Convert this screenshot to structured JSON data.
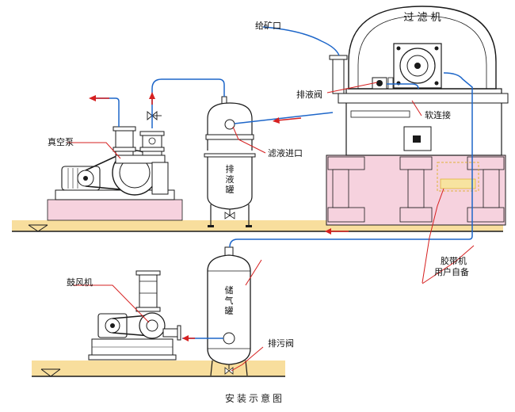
{
  "labels": {
    "filter_machine": "过 滤 机",
    "feed_inlet": "给矿口",
    "drain_valve_top": "排液阀",
    "soft_joint": "软连接",
    "vacuum_pump": "真空泵",
    "filtrate_inlet": "滤液进口",
    "drain_tank": "排液罐",
    "belt_conveyor_line1": "胶带机",
    "belt_conveyor_line2": "用户自备",
    "blower": "鼓风机",
    "storage_tank": "储气罐",
    "sewage_valve": "排污阀",
    "caption": "安装示意图"
  },
  "colors": {
    "pipe": "#1d66c9",
    "arrow": "#d62020",
    "leader": "#d62020",
    "floor": "#f7d88c",
    "frame_pink": "#f6d2de",
    "line": "#1a1a1a",
    "equipment_fill": "#ffffff",
    "bar_fill": "#cfcfcf"
  }
}
